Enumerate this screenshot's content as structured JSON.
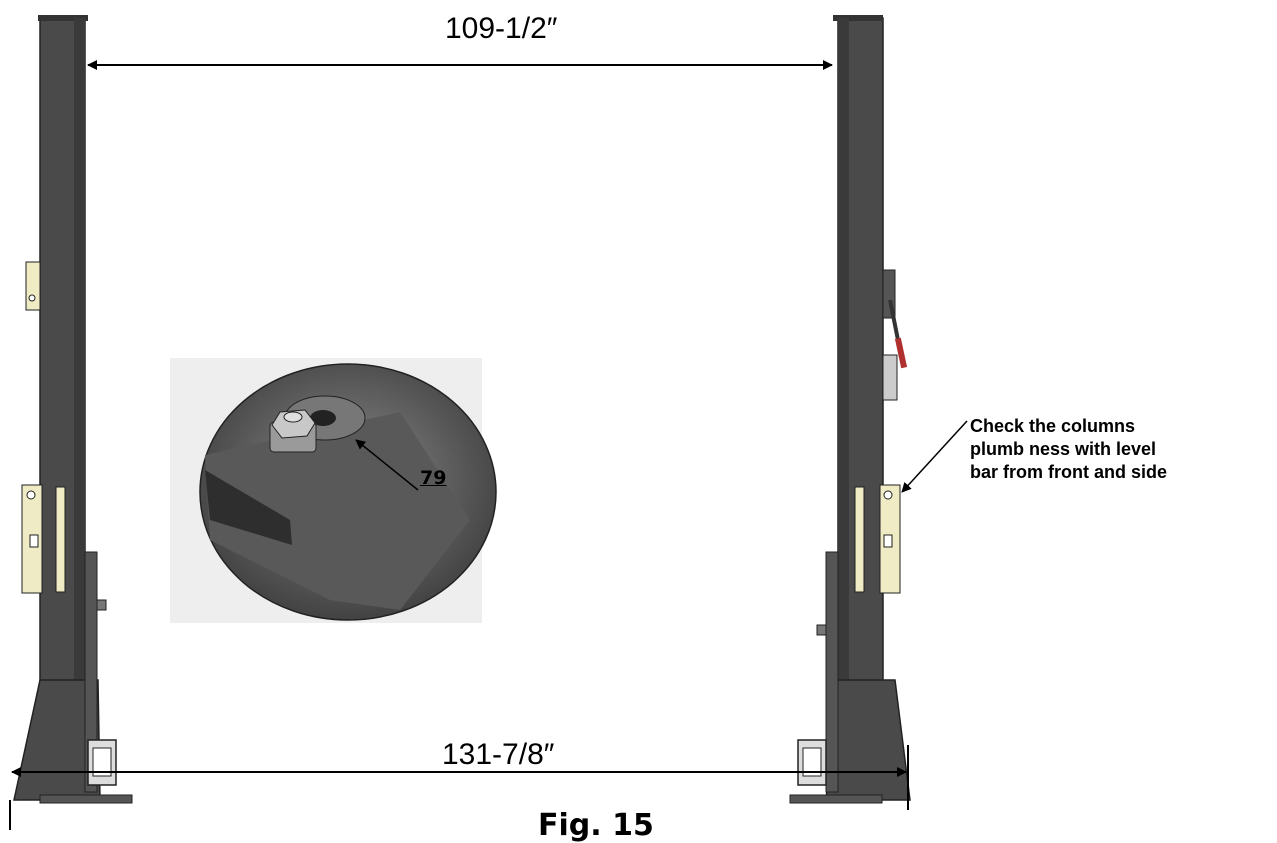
{
  "dimensions": {
    "column_spacing": "109-1/2″",
    "base_width": "131-7/8″"
  },
  "callout": {
    "lines": [
      "Check the columns",
      "plumb ness with level",
      "bar from front and side"
    ]
  },
  "detail": {
    "part_number": "79"
  },
  "caption": "Fig. 15",
  "colors": {
    "column": "#4a4a4a",
    "column_edge": "#222222",
    "carriage": "#efebc4",
    "handle": "#b03030",
    "detail_bg": "#eeeeee"
  }
}
